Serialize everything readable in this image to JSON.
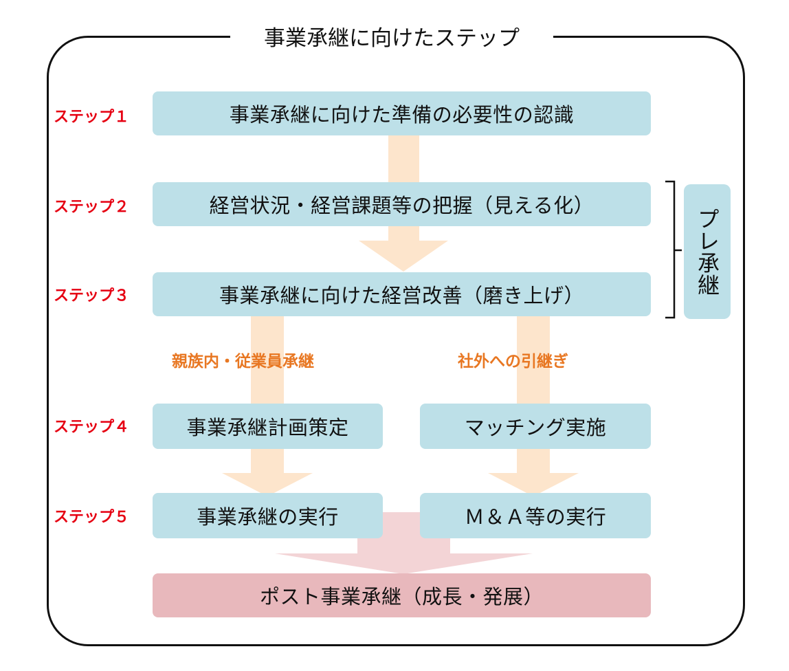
{
  "title": "事業承継に向けたステップ",
  "steps": {
    "s1": "ステップ１",
    "s2": "ステップ２",
    "s3": "ステップ３",
    "s4": "ステップ４",
    "s5": "ステップ５"
  },
  "boxes": {
    "b1": "事業承継に向けた準備の必要性の認識",
    "b2": "経営状況・経営課題等の把握（見える化）",
    "b3": "事業承継に向けた経営改善（磨き上げ）",
    "b4_left": "事業承継計画策定",
    "b4_right": "マッチング実施",
    "b5_left": "事業承継の実行",
    "b5_right": "Ｍ＆Ａ等の実行",
    "post": "ポスト事業承継（成長・発展）"
  },
  "routes": {
    "left": "親族内・従業員承継",
    "right": "社外への引継ぎ"
  },
  "pre_label": "プレ承継",
  "colors": {
    "box_fill": "#bde0e8",
    "post_fill": "#e8b8bc",
    "arrow_orange": "#fde5cc",
    "arrow_pink": "#f3d4d6",
    "step_label": "#e60012",
    "route_label": "#e87722"
  }
}
